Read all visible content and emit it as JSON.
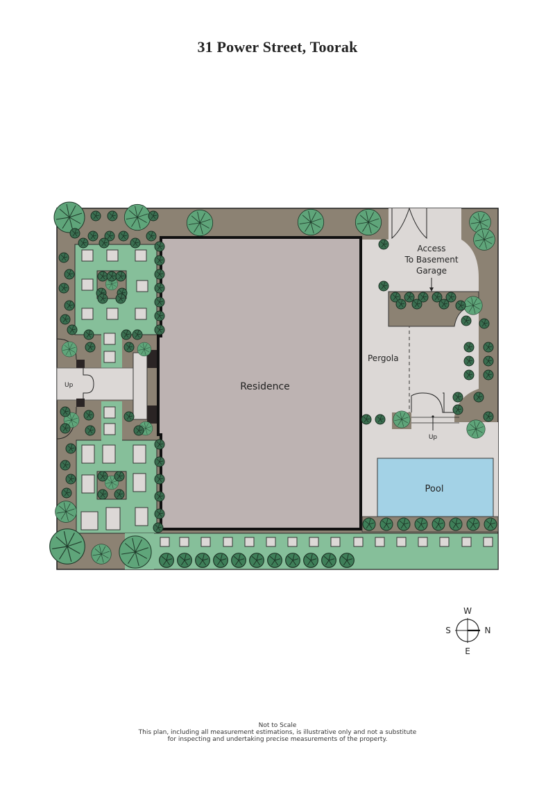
{
  "header": {
    "title": "31 Power Street, Toorak"
  },
  "plan": {
    "labels": {
      "residence": "Residence",
      "pergola": "Pergola",
      "pool": "Pool",
      "garage_line1": "Access",
      "garage_line2": "To Basement",
      "garage_line3": "Garage",
      "stairs_up_front": "Up",
      "stairs_up_rear": "Up"
    },
    "colors": {
      "garden_bed": "#8c8273",
      "lawn": "#86bf9a",
      "paving": "#dcd8d6",
      "residence": "#bdb3b2",
      "pool": "#a3d2e6",
      "tree": "#5fa57a",
      "shrub": "#3f7f59",
      "outline": "#1f1f1f"
    }
  },
  "compass": {
    "north": "N",
    "south": "S",
    "east": "E",
    "west": "W"
  },
  "footer": {
    "line1": "Not to Scale",
    "line2": "This plan, including all measurement estimations, is illustrative only and not a substitute",
    "line3": "for inspecting and undertaking precise measurements of the property."
  }
}
